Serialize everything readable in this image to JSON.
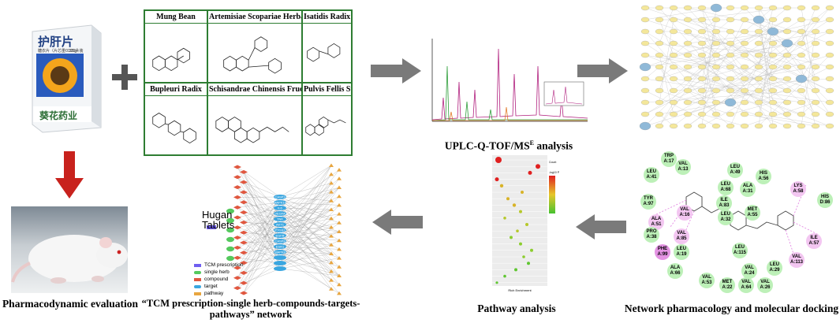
{
  "drug_box": {
    "title": "护肝片",
    "subtitle": "糖衣片（片芯重0.35g）",
    "count": "100片装",
    "brand": "葵花药业",
    "colors": {
      "box": "#ffffff",
      "accent": "#1f4fa3",
      "sun": "#f2a31b",
      "brand_red": "#d22d2d"
    }
  },
  "herbs": [
    {
      "name": "Mung Bean"
    },
    {
      "name": "Artemisiae Scopariae Herba"
    },
    {
      "name": "Isatidis Radix"
    },
    {
      "name": "Bupleuri Radix"
    },
    {
      "name": "Schisandrae Chinensis Fructu"
    },
    {
      "name": "Pulvis Fellis Suis"
    }
  ],
  "captions": {
    "uplc": "UPLC-Q-TOF/MS",
    "uplc_sup": "E",
    "uplc_tail": " analysis",
    "pharmacodynamic": "Pharmacodynamic evaluation",
    "network_title": "“TCM prescription-single herb-compounds-targets- pathways” network",
    "pathway": "Pathway analysis",
    "docking": "Network pharmacology and molecular docking"
  },
  "network_graph": {
    "center_label": "Hugan Tablets",
    "legend": [
      {
        "label": "TCM prescription",
        "color": "#6f5ef0",
        "shape": "rect"
      },
      {
        "label": "single herb",
        "color": "#55c95e",
        "shape": "ellipse"
      },
      {
        "label": "compound",
        "color": "#e0573f",
        "shape": "diamond"
      },
      {
        "label": "target",
        "color": "#3aa6e0",
        "shape": "ellipse"
      },
      {
        "label": "pathway",
        "color": "#e8a640",
        "shape": "triangle"
      }
    ],
    "target_labels": [
      "CASP3",
      "MAPK14",
      "IL6",
      "VEGFA",
      "TNF",
      "AKT1",
      "PTGS2",
      "EGFR",
      "CASP8",
      "ESR1",
      "MAPK8"
    ]
  },
  "docking_residues": [
    {
      "label": "TRP",
      "id": "A:17",
      "kind": "green"
    },
    {
      "label": "VAL",
      "id": "A:13",
      "kind": "green"
    },
    {
      "label": "LEU",
      "id": "A:41",
      "kind": "green"
    },
    {
      "label": "LEU",
      "id": "A:49",
      "kind": "green"
    },
    {
      "label": "HIS",
      "id": "A:56",
      "kind": "green"
    },
    {
      "label": "LEU",
      "id": "A:68",
      "kind": "green"
    },
    {
      "label": "ALA",
      "id": "A:31",
      "kind": "green"
    },
    {
      "label": "TYR",
      "id": "A:97",
      "kind": "green"
    },
    {
      "label": "ILE",
      "id": "A:83",
      "kind": "green"
    },
    {
      "label": "MET",
      "id": "A:55",
      "kind": "green"
    },
    {
      "label": "LYS",
      "id": "A:58",
      "kind": "pink"
    },
    {
      "label": "HIS",
      "id": "D:86",
      "kind": "green"
    },
    {
      "label": "VAL",
      "id": "A:16",
      "kind": "pink"
    },
    {
      "label": "ALA",
      "id": "A:51",
      "kind": "pink"
    },
    {
      "label": "LEU",
      "id": "A:32",
      "kind": "green"
    },
    {
      "label": "PRO",
      "id": "A:38",
      "kind": "green"
    },
    {
      "label": "VAL",
      "id": "A:85",
      "kind": "pink"
    },
    {
      "label": "PHE",
      "id": "A:99",
      "kind": "hl"
    },
    {
      "label": "LEU",
      "id": "A:19",
      "kind": "green"
    },
    {
      "label": "LEU",
      "id": "A:115",
      "kind": "green"
    },
    {
      "label": "ILE",
      "id": "A:57",
      "kind": "pink"
    },
    {
      "label": "ALA",
      "id": "A:66",
      "kind": "green"
    },
    {
      "label": "VAL",
      "id": "A:53",
      "kind": "green"
    },
    {
      "label": "VAL",
      "id": "A:24",
      "kind": "green"
    },
    {
      "label": "LEU",
      "id": "A:29",
      "kind": "green"
    },
    {
      "label": "VAL",
      "id": "A:113",
      "kind": "pink"
    },
    {
      "label": "MET",
      "id": "A:22",
      "kind": "green"
    },
    {
      "label": "VAL",
      "id": "A:64",
      "kind": "green"
    },
    {
      "label": "VAL",
      "id": "A:26",
      "kind": "green"
    }
  ],
  "pathway_chart": {
    "xlabel": "Rich Enrichment",
    "legend_count": "Count",
    "legend_p": "-log10 P"
  },
  "colors": {
    "arrow_gray": "#7a7a7a",
    "arrow_red": "#c8221d",
    "panel_green": "#2e7d32"
  }
}
